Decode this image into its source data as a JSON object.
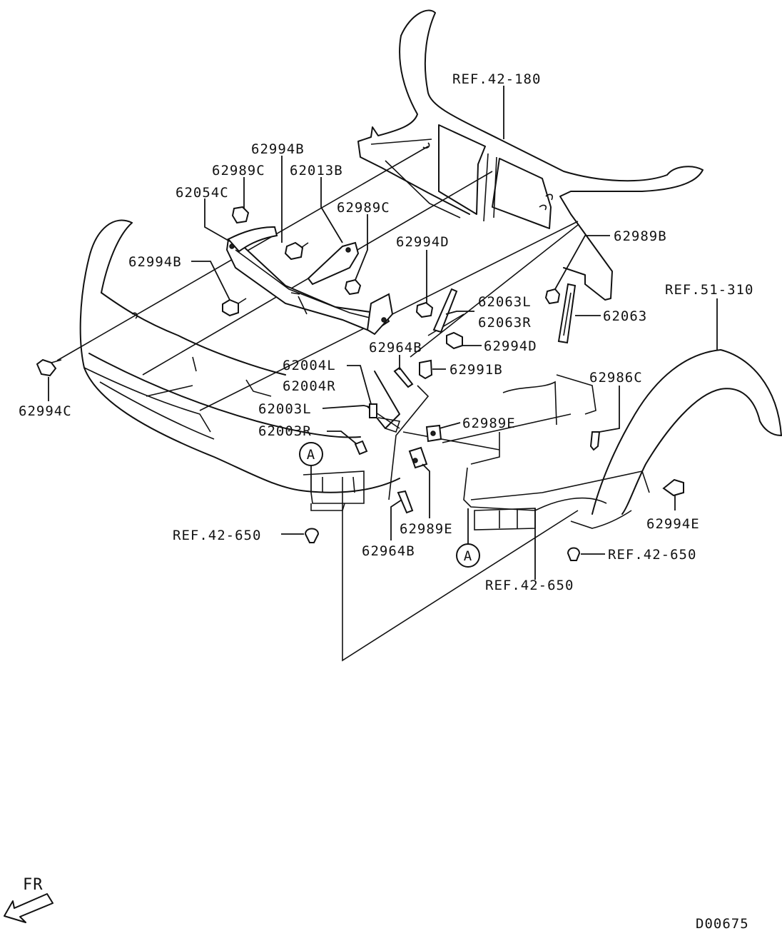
{
  "drawing_id": "D00675",
  "front_indicator": "FR",
  "view_marker": "A",
  "labels": {
    "ref_42_180": "REF.42-180",
    "p62994B_top": "62994B",
    "p62989C_left": "62989C",
    "p62013B": "62013B",
    "p62054C": "62054C",
    "p62989C_mid": "62989C",
    "p62989B": "62989B",
    "p62994D_top": "62994D",
    "p62994B_left": "62994B",
    "ref_51_310": "REF.51-310",
    "p62063L": "62063L",
    "p62063R": "62063R",
    "p62063": "62063",
    "p62994D_low": "62994D",
    "p62964B_top": "62964B",
    "p62991B": "62991B",
    "p62004L": "62004L",
    "p62004R": "62004R",
    "p62986C": "62986C",
    "p62003L": "62003L",
    "p62994C": "62994C",
    "p62989E_top": "62989E",
    "p62003R": "62003R",
    "p62994E": "62994E",
    "ref_42_650_left": "REF.42-650",
    "p62989E_low": "62989E",
    "ref_42_650_right": "REF.42-650",
    "p62964B_low": "62964B",
    "ref_42_650_mid": "REF.42-650"
  }
}
